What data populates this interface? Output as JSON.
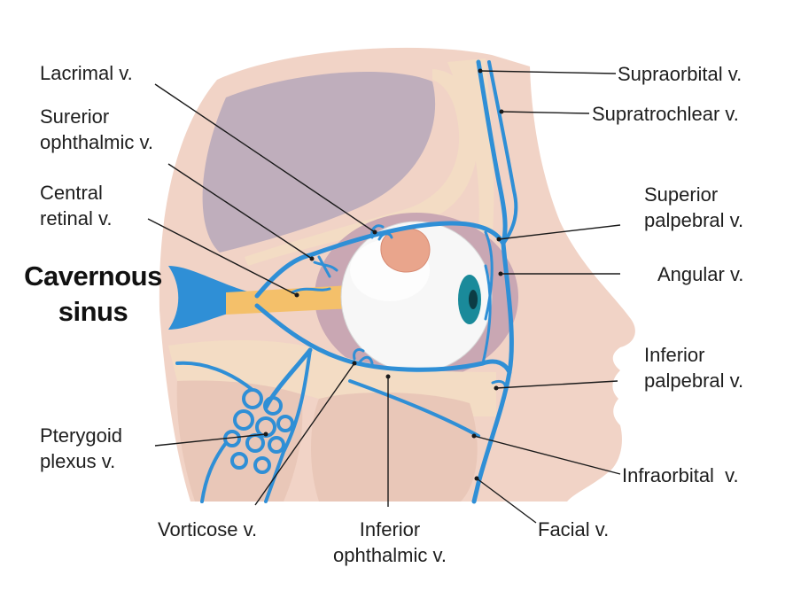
{
  "colors": {
    "vein": "#2f8fd6",
    "vein_dark": "#1f6fb8",
    "bone": "#f3dcc4",
    "bone_dark": "#e3b98f",
    "soft_tissue": "#e9c7b8",
    "skin": "#f1d3c6",
    "cavity": "#bfaebc",
    "muscle": "#c9a7b3",
    "eyeball": "#f7f7f7",
    "iris": "#1a8a9a",
    "lacrimal_gland": "#e9a58c",
    "nerve": "#f4c06a",
    "leader": "#1a1a1a"
  },
  "title": {
    "line1": "Cavernous",
    "line2": "sinus"
  },
  "labels": {
    "lacrimal": {
      "line1": "Lacrimal v."
    },
    "superior_ophthalmic": {
      "line1": "Surerior",
      "line2": "ophthalmic v."
    },
    "central_retinal": {
      "line1": "Central",
      "line2": "retinal v."
    },
    "pterygoid": {
      "line1": "Pterygoid",
      "line2": "plexus v."
    },
    "vorticose": {
      "line1": "Vorticose v."
    },
    "inferior_ophthalmic": {
      "line1": "Inferior",
      "line2": "ophthalmic v."
    },
    "facial": {
      "line1": "Facial v."
    },
    "infraorbital": {
      "line1": "Infraorbital  v."
    },
    "inferior_palpebral": {
      "line1": "Inferior",
      "line2": "palpebral v."
    },
    "angular": {
      "line1": "Angular v."
    },
    "superior_palpebral": {
      "line1": "Superior",
      "line2": "palpebral v."
    },
    "supratrochlear": {
      "line1": "Supratrochlear v."
    },
    "supraorbital": {
      "line1": "Supraorbital v."
    }
  },
  "icons": {
    "eye": "eyeball-icon",
    "gland": "lacrimal-gland-icon"
  }
}
